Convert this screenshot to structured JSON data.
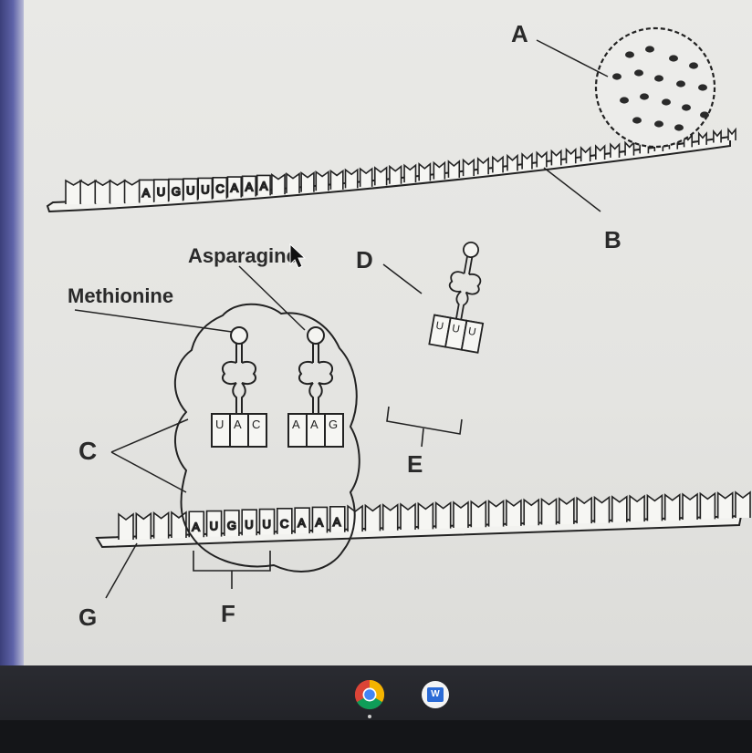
{
  "labels": {
    "A": "A",
    "B": "B",
    "C": "C",
    "D": "D",
    "E": "E",
    "F": "F",
    "G": "G",
    "asparagine": "Asparagine",
    "methionine": "Methionine"
  },
  "top_mrna_codons": [
    "A",
    "U",
    "G",
    "U",
    "U",
    "C",
    "A",
    "A",
    "A"
  ],
  "bottom_mrna_codons": [
    "A",
    "U",
    "G",
    "U",
    "U",
    "C",
    "A",
    "A",
    "A"
  ],
  "trna_1_anticodon": [
    "U",
    "A",
    "C"
  ],
  "trna_2_anticodon": [
    "A",
    "A",
    "G"
  ],
  "trna_free_anticodon": [
    "U",
    "U",
    "U"
  ],
  "taskbar": {
    "chrome_icon": "chrome-icon",
    "word_icon": "word-icon",
    "word_letter": "W"
  }
}
